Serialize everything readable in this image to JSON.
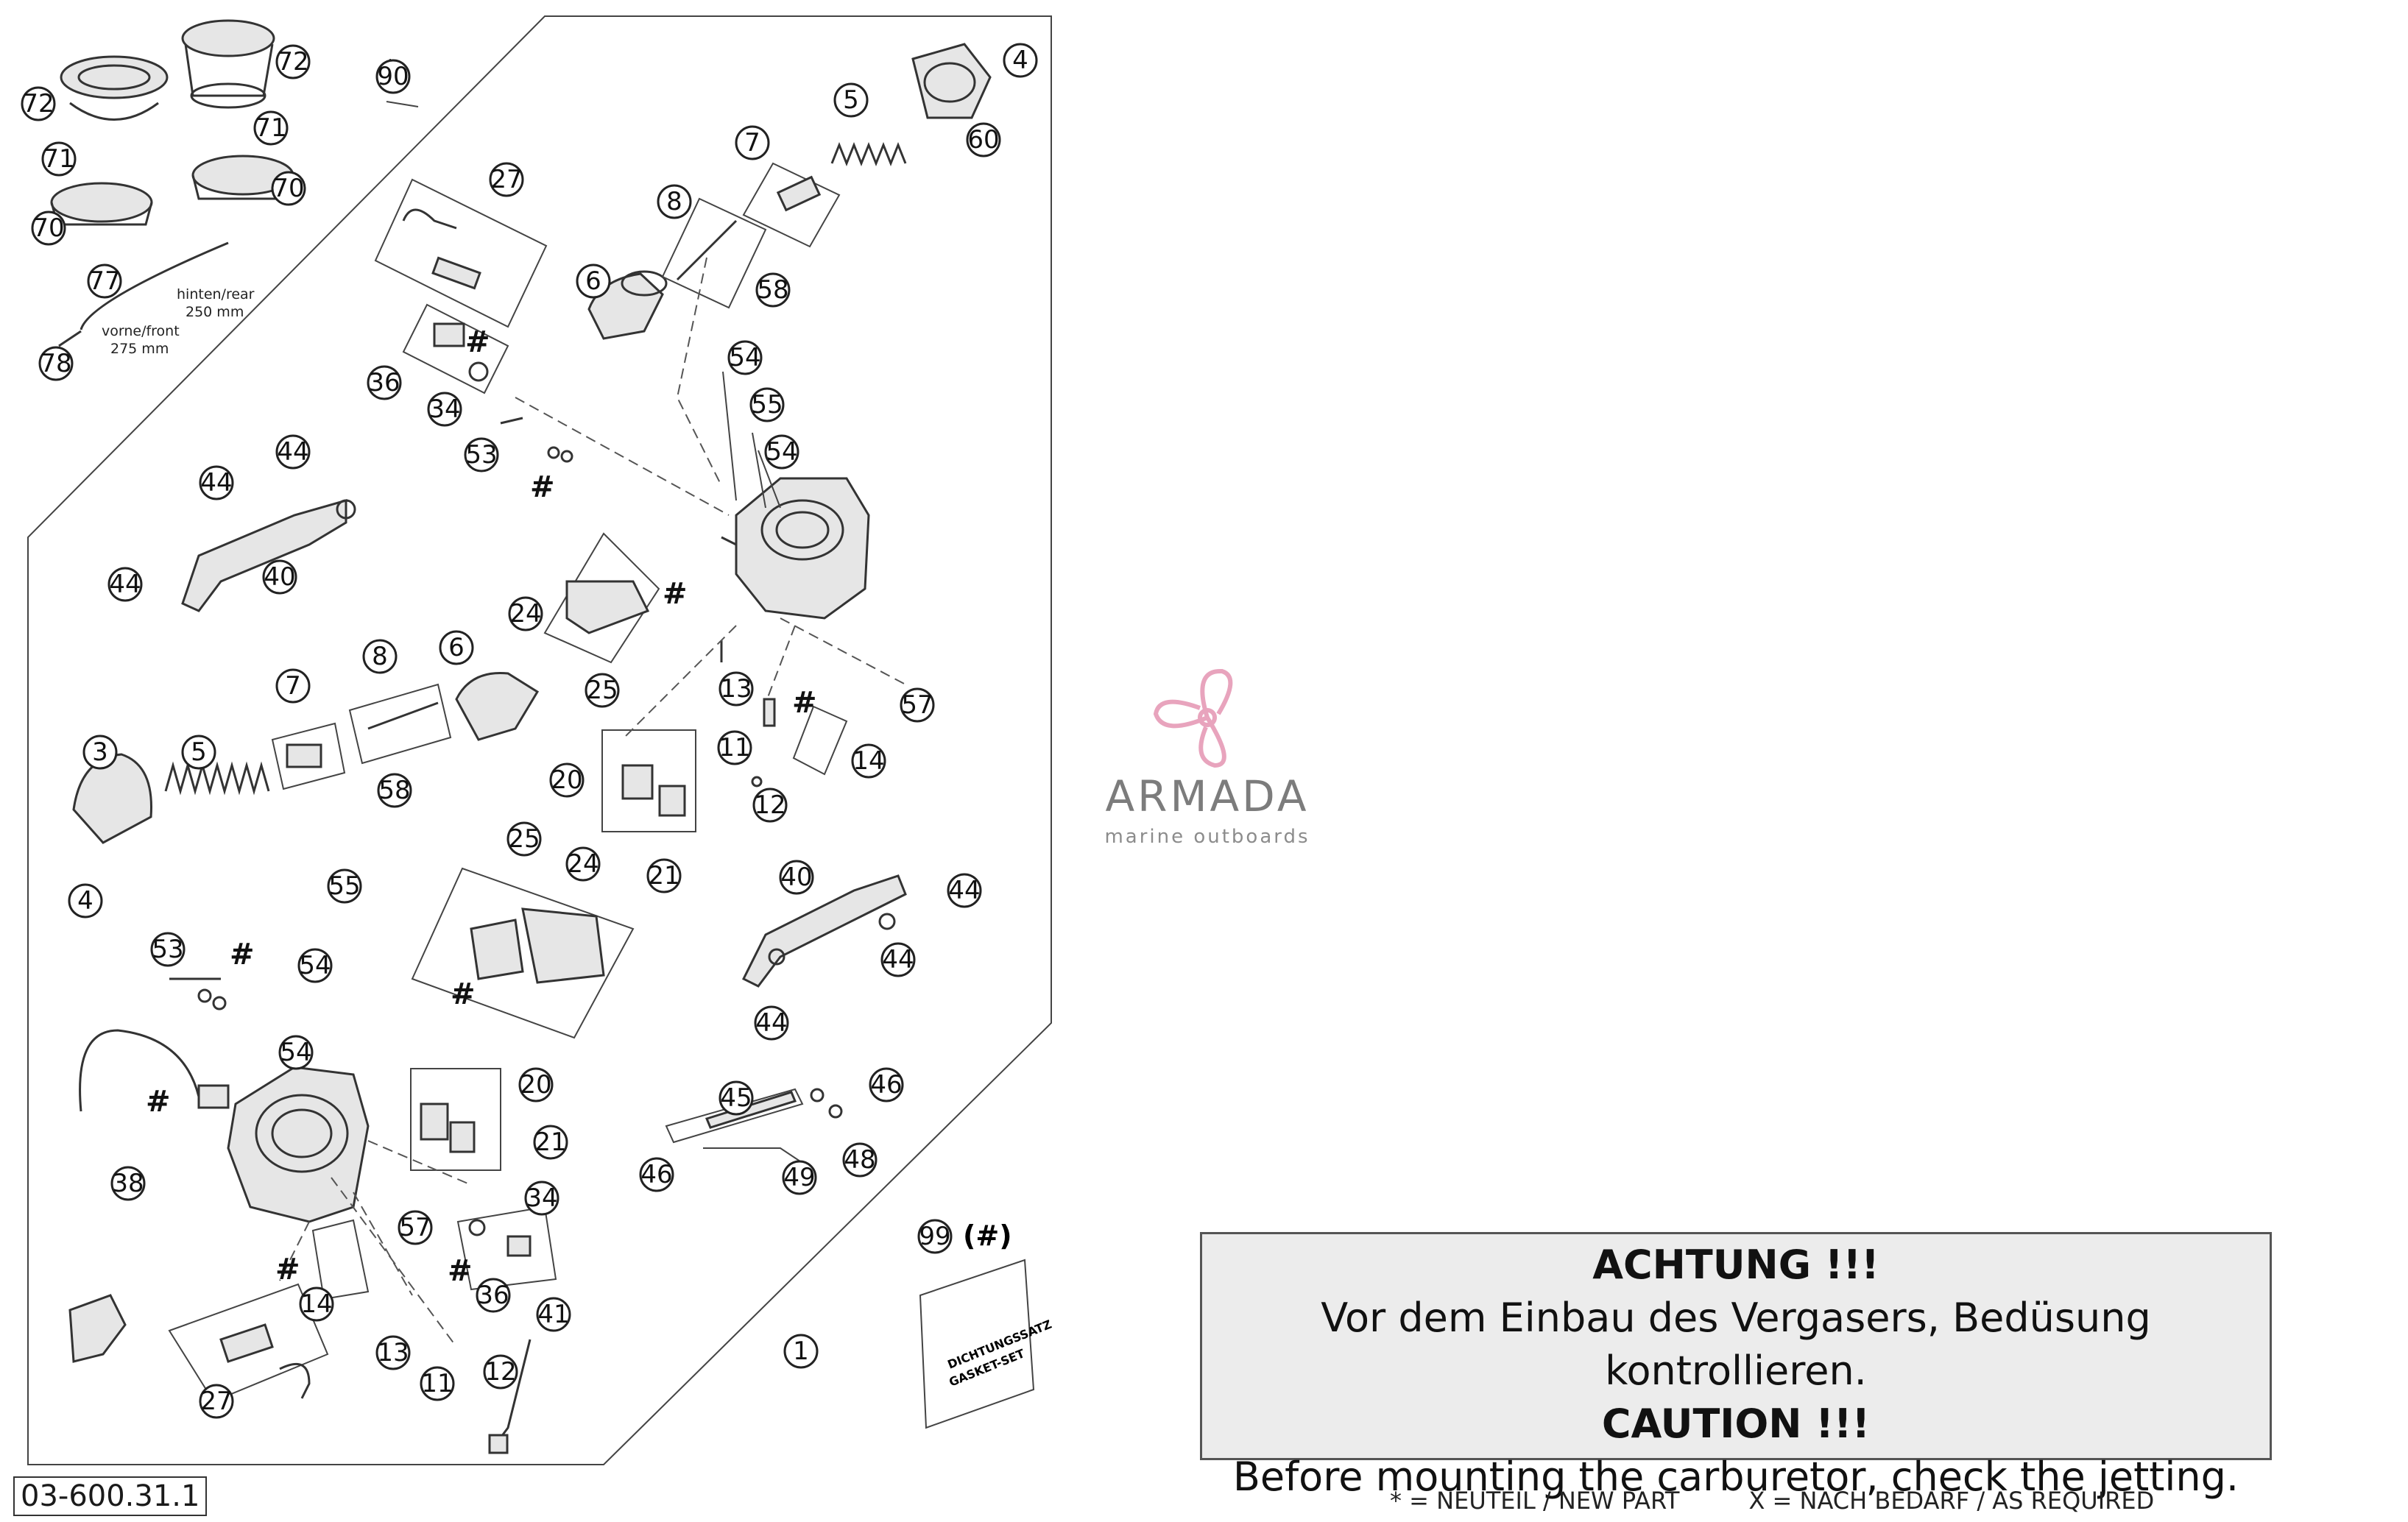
{
  "drawing_number": "03-600.31.1",
  "callouts": {
    "c72a": "72",
    "c72b": "72",
    "c71a": "71",
    "c71b": "71",
    "c70a": "70",
    "c70b": "70",
    "c77": "77",
    "c78": "78",
    "c90": "90",
    "c27a": "27",
    "c36a": "36",
    "c34a": "34",
    "c53a": "53",
    "c4a": "4",
    "c60": "60",
    "c5a": "5",
    "c7a": "7",
    "c8a": "8",
    "c6a": "6",
    "c58a": "58",
    "c54a": "54",
    "c55a": "55",
    "c54b": "54",
    "c44a": "44",
    "c44b": "44",
    "c44c": "44",
    "c40a": "40",
    "c24a": "24",
    "c25a": "25",
    "c7b": "7",
    "c8b": "8",
    "c6b": "6",
    "c3": "3",
    "c5b": "5",
    "c58b": "58",
    "c4b": "4",
    "c13a": "13",
    "c57a": "57",
    "c14a": "14",
    "c11a": "11",
    "c12a": "12",
    "c20a": "20",
    "c21a": "21",
    "c55b": "55",
    "c25b": "25",
    "c24b": "24",
    "c53b": "53",
    "c54c": "54",
    "c54d": "54",
    "c40b": "40",
    "c44d": "44",
    "c44e": "44",
    "c44f": "44",
    "c38": "38",
    "c20b": "20",
    "c21b": "21",
    "c34b": "34",
    "c57b": "57",
    "c36b": "36",
    "c14b": "14",
    "c41": "41",
    "c13b": "13",
    "c11b": "11",
    "c12b": "12",
    "c27b": "27",
    "c1": "1",
    "c45": "45",
    "c46a": "46",
    "c46b": "46",
    "c48": "48",
    "c49": "49",
    "c99": "99"
  },
  "hash_mark": "#",
  "hose_notes": {
    "rear_label": "hinten/rear",
    "rear_length": "250 mm",
    "front_label": "vorne/front",
    "front_length": "275 mm"
  },
  "gasket_set": {
    "qty_note": "(#)",
    "label_line1": "DICHTUNGSSATZ",
    "label_line2": "GASKET-SET"
  },
  "logo": {
    "brand": "ARMADA",
    "tagline": "marine outboards",
    "accent_color": "#e8a4bd"
  },
  "caution": {
    "heading_de": "ACHTUNG !!!",
    "text_de": "Vor dem Einbau des Vergasers, Bedüsung kontrollieren.",
    "heading_en": "CAUTION !!!",
    "text_en": "Before mounting the carburetor, check the jetting."
  },
  "legend": {
    "new_part": "* = NEUTEIL / NEW PART",
    "as_required": "X = NACH BEDARF / AS REQUIRED"
  }
}
